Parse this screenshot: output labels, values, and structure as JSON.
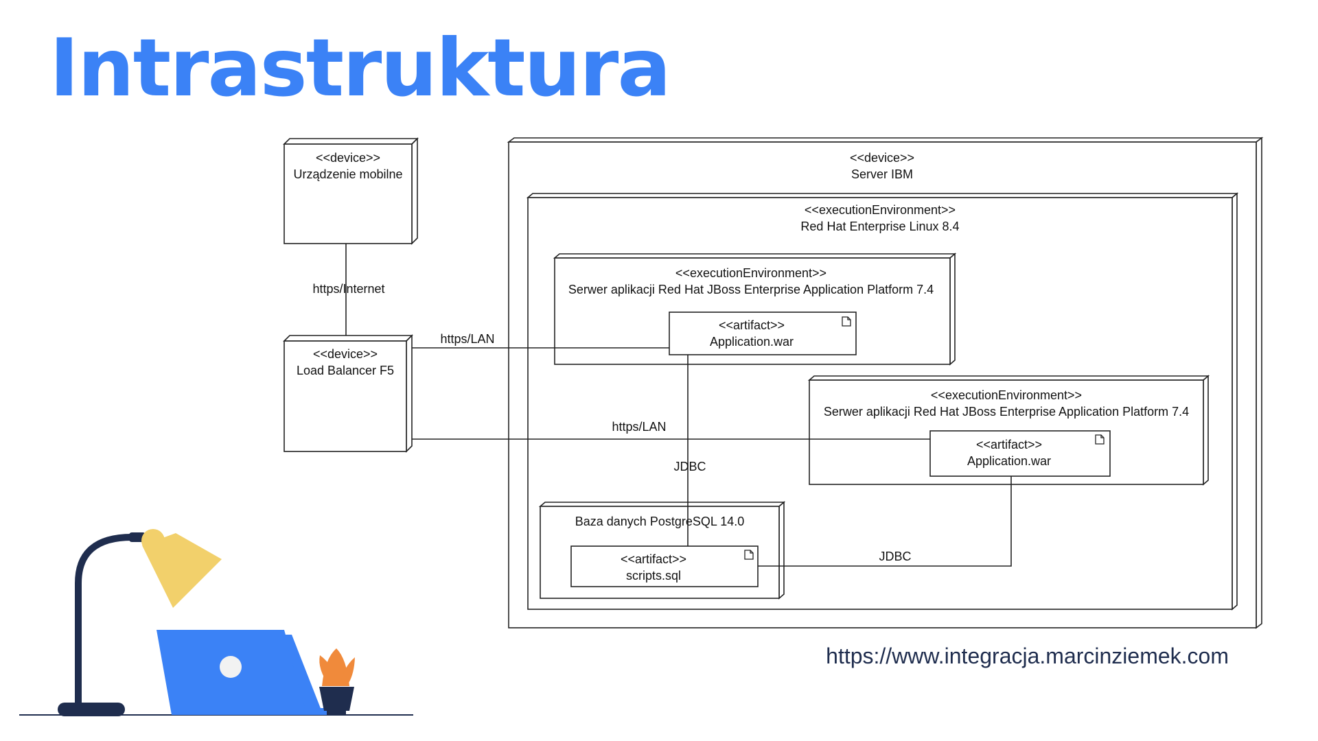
{
  "title": "Intrastruktura",
  "footer_url": "https://www.integracja.marcinziemek.com",
  "colors": {
    "title": "#3b82f6",
    "laptop": "#3b82f6",
    "lamp_shade": "#f2d06b",
    "dark_navy": "#1f2d4e",
    "plant": "#f08a3b"
  },
  "nodes": {
    "mobile": {
      "stereotype": "<<device>>",
      "name": "Urządzenie mobilne"
    },
    "lb": {
      "stereotype": "<<device>>",
      "name": "Load Balancer F5"
    },
    "ibm": {
      "stereotype": "<<device>>",
      "name": "Server IBM"
    },
    "rhel": {
      "stereotype": "<<executionEnvironment>>",
      "name": "Red Hat Enterprise Linux 8.4"
    },
    "jboss1": {
      "stereotype": "<<executionEnvironment>>",
      "name": "Serwer aplikacji Red Hat JBoss Enterprise Application Platform 7.4"
    },
    "jboss2": {
      "stereotype": "<<executionEnvironment>>",
      "name": "Serwer aplikacji Red Hat JBoss Enterprise Application Platform 7.4"
    },
    "db": {
      "name": "Baza danych PostgreSQL 14.0"
    }
  },
  "artifacts": {
    "war1": {
      "stereotype": "<<artifact>>",
      "name": "Application.war"
    },
    "war2": {
      "stereotype": "<<artifact>>",
      "name": "Application.war"
    },
    "sql": {
      "stereotype": "<<artifact>>",
      "name": "scripts.sql"
    }
  },
  "connections": {
    "mobile_lb": "https/Internet",
    "lb_war1": "https/LAN",
    "lb_war2": "https/LAN",
    "war1_sql": "JDBC",
    "war2_sql": "JDBC"
  }
}
